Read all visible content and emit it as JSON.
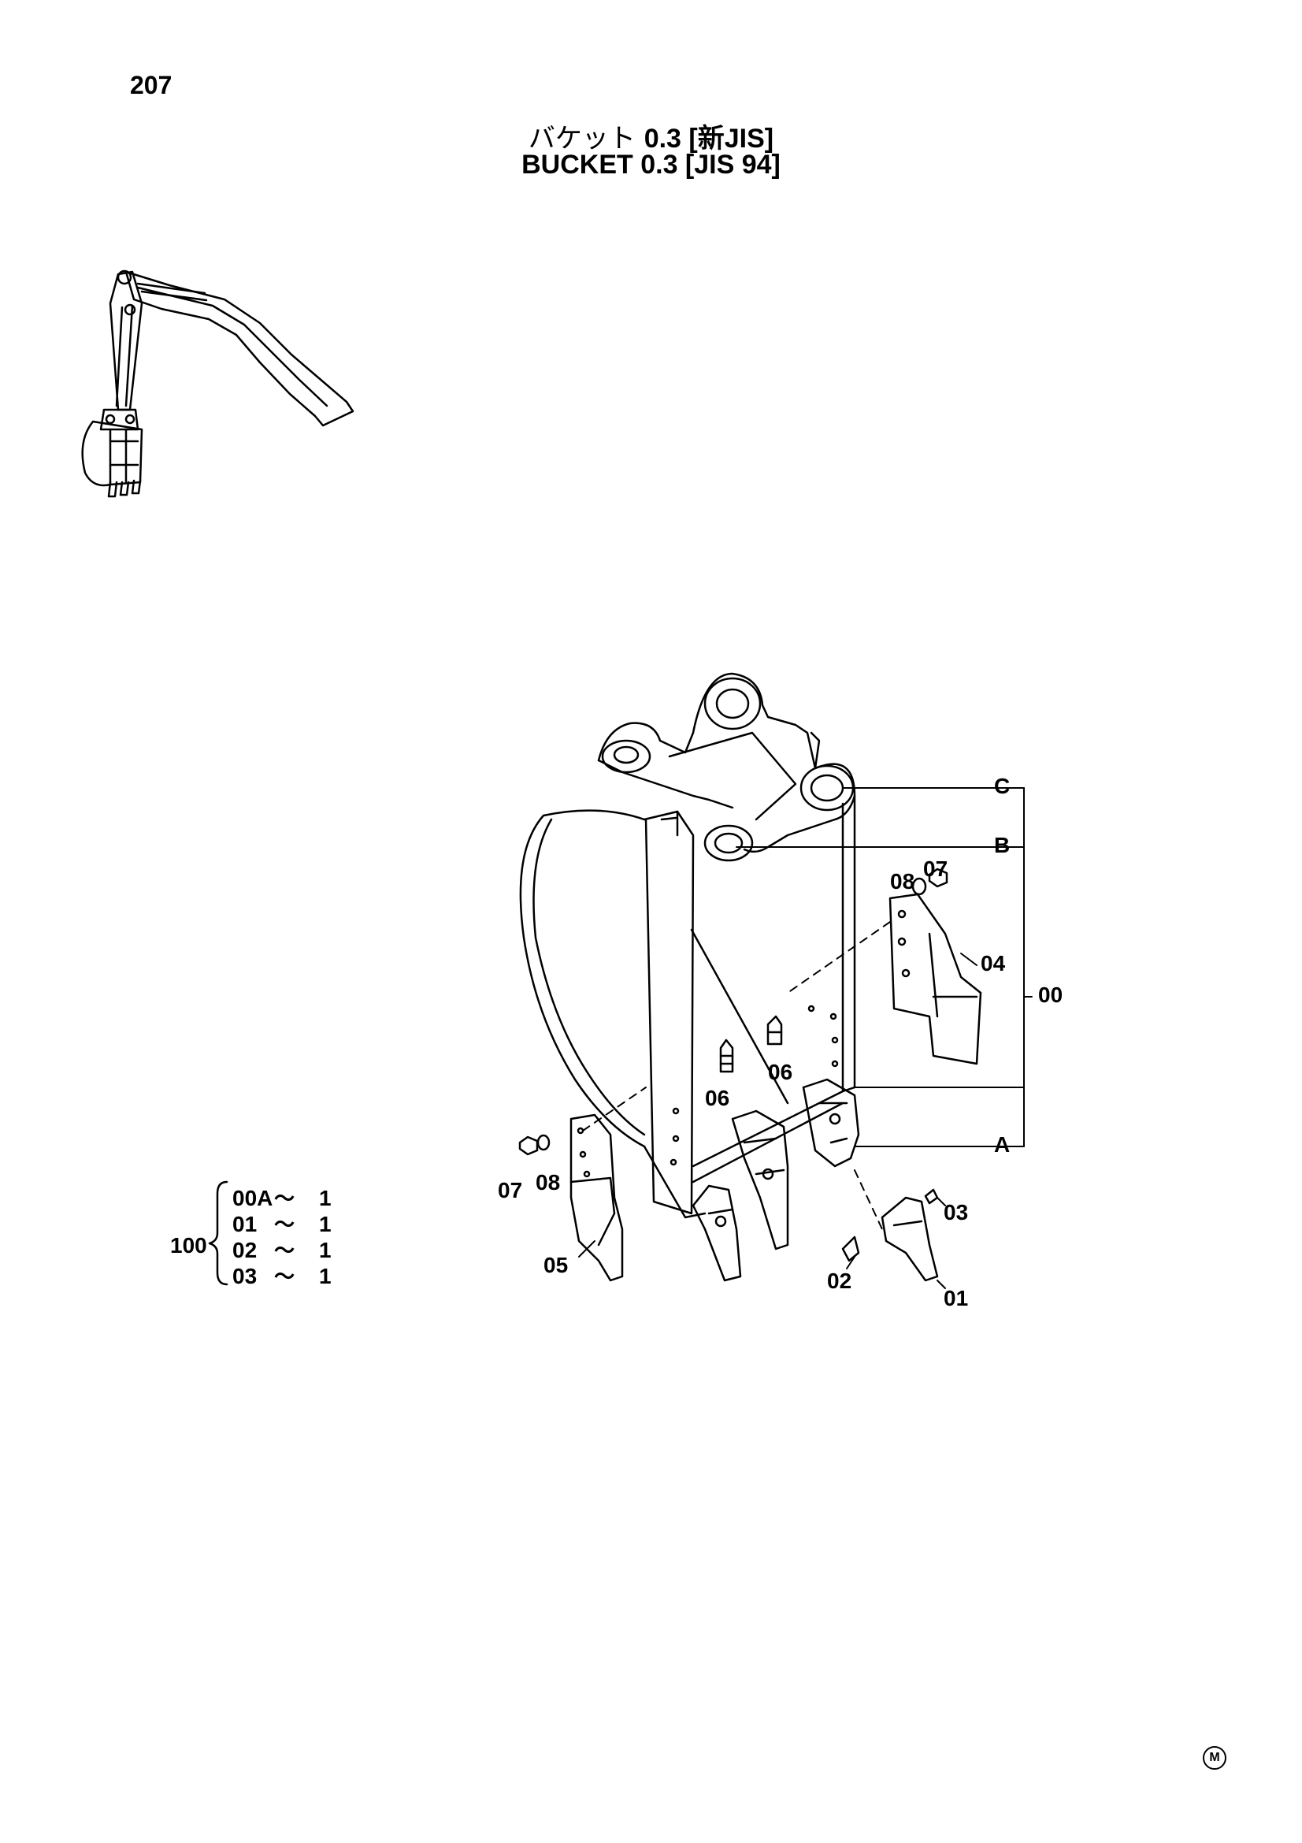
{
  "page_number": "207",
  "title_ja_kana": "バケット",
  "title_ja_rest": "0.3 [新JIS]",
  "title_en": "BUCKET 0.3 [JIS 94]",
  "callouts": {
    "c00": "00",
    "c01": "01",
    "c02": "02",
    "c03": "03",
    "c04": "04",
    "c05": "05",
    "c06a": "06",
    "c06b": "06",
    "c07a": "07",
    "c07b": "07",
    "c08a": "08",
    "c08b": "08",
    "cA": "A",
    "cB": "B",
    "cC": "C"
  },
  "kit": {
    "label": "100",
    "rows": [
      {
        "code": "00A",
        "qty": "1"
      },
      {
        "code": "01",
        "qty": "1"
      },
      {
        "code": "02",
        "qty": "1"
      },
      {
        "code": "03",
        "qty": "1"
      }
    ],
    "separator": "〜"
  },
  "corner_mark": "M"
}
